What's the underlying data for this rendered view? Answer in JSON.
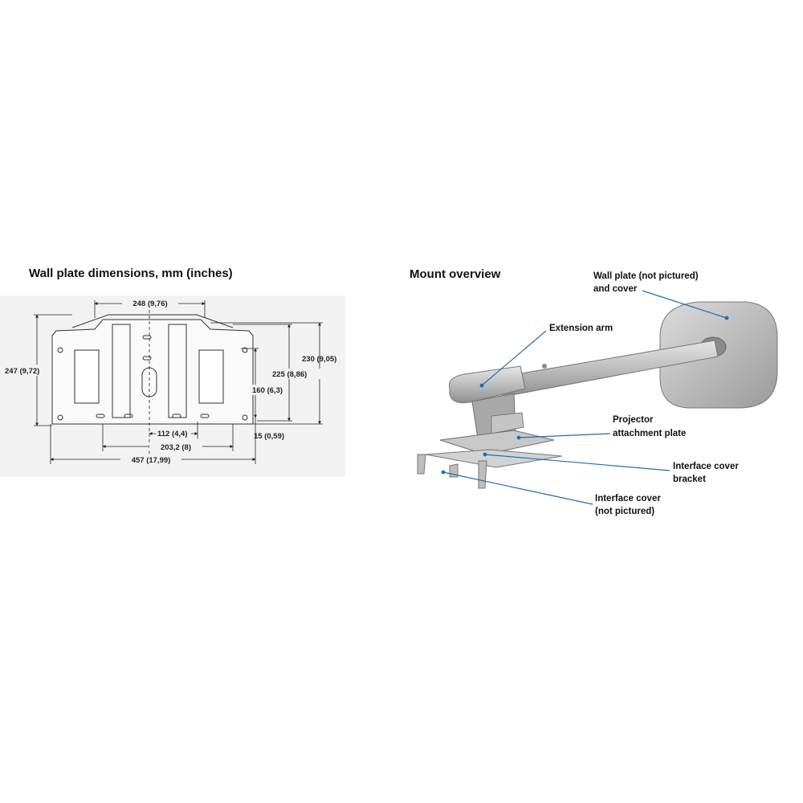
{
  "left_panel": {
    "title": "Wall plate dimensions, mm (inches)",
    "dimensions": {
      "top_width": "248 (9,76)",
      "left_height": "247 (9,72)",
      "right_outer_height": "230 (9,05)",
      "right_inner_height": "225 (8,86)",
      "slot_height": "160 (6,3)",
      "slot_offset": "15 (0,59)",
      "center_offset": "112 (4,4)",
      "slot_spacing": "203,2 (8)",
      "overall_width": "457 (17,99)"
    }
  },
  "right_panel": {
    "title": "Mount overview",
    "callouts": {
      "wall_plate": [
        "Wall plate (not pictured)",
        "and cover"
      ],
      "extension_arm": [
        "Extension arm"
      ],
      "projector_plate": [
        "Projector",
        "attachment plate"
      ],
      "interface_bracket": [
        "Interface cover",
        "bracket"
      ],
      "interface_cover": [
        "Interface cover",
        "(not pictured)"
      ]
    }
  },
  "colors": {
    "callout_line": "#1a6fb5",
    "metal": "#b9b9b9",
    "metal_dark": "#8c8c8c",
    "panel_bg": "#f2f2f2"
  }
}
